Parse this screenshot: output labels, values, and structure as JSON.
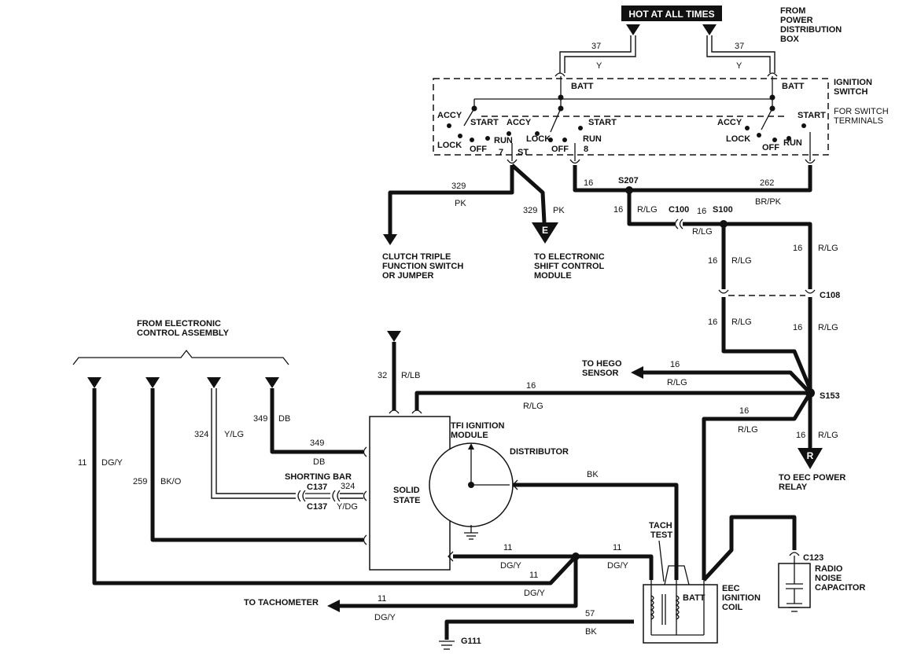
{
  "labels": {
    "hot_at_all_times": "HOT AT ALL TIMES",
    "from_pdb": [
      "FROM",
      "POWER",
      "DISTRIBUTION",
      "BOX"
    ],
    "ignition_switch": [
      "IGNITION",
      "SWITCH"
    ],
    "for_switch_terminals": [
      "FOR SWITCH",
      "TERMINALS"
    ],
    "batt": "BATT",
    "accy": "ACCY",
    "start": "START",
    "lock": "LOCK",
    "off": "OFF",
    "run": "RUN",
    "st": "ST",
    "pin7": "7",
    "pin8": "8",
    "clutch": [
      "CLUTCH TRIPLE",
      "FUNCTION SWITCH",
      "OR JUMPER"
    ],
    "esc_module": [
      "TO ELECTRONIC",
      "SHIFT CONTROL",
      "MODULE"
    ],
    "conn_e": "E",
    "conn_r": "R",
    "from_eca": [
      "FROM ELECTRONIC",
      "CONTROL ASSEMBLY"
    ],
    "to_hego": [
      "TO HEGO",
      "SENSOR"
    ],
    "tfi": [
      "TFI IGNITION",
      "MODULE"
    ],
    "distributor": "DISTRIBUTOR",
    "solid_state": [
      "SOLID",
      "STATE"
    ],
    "shorting_bar": "SHORTING BAR",
    "to_eec_power": [
      "TO EEC POWER",
      "RELAY"
    ],
    "tach_test": [
      "TACH",
      "TEST"
    ],
    "eec_coil": [
      "EEC",
      "IGNITION",
      "COIL"
    ],
    "radio_cap": [
      "RADIO",
      "NOISE",
      "CAPACITOR"
    ],
    "to_tachometer": "TO TACHOMETER"
  },
  "splices": {
    "s207": "S207",
    "s100": "S100",
    "s153": "S153",
    "c100": "C100",
    "c108": "C108",
    "c137a": "C137",
    "c137b": "C137",
    "c123": "C123",
    "g111": "G111"
  },
  "wires": {
    "w37": "37",
    "y": "Y",
    "w329": "329",
    "pk": "PK",
    "w16": "16",
    "rlg": "R/LG",
    "w262": "262",
    "brpk": "BR/PK",
    "w32": "32",
    "rlb": "R/LB",
    "w349": "349",
    "db": "DB",
    "w324": "324",
    "ylg": "Y/LG",
    "ydg": "Y/DG",
    "w259": "259",
    "bko": "BK/O",
    "w11": "11",
    "dgy": "DG/Y",
    "bk": "BK",
    "w57": "57"
  }
}
